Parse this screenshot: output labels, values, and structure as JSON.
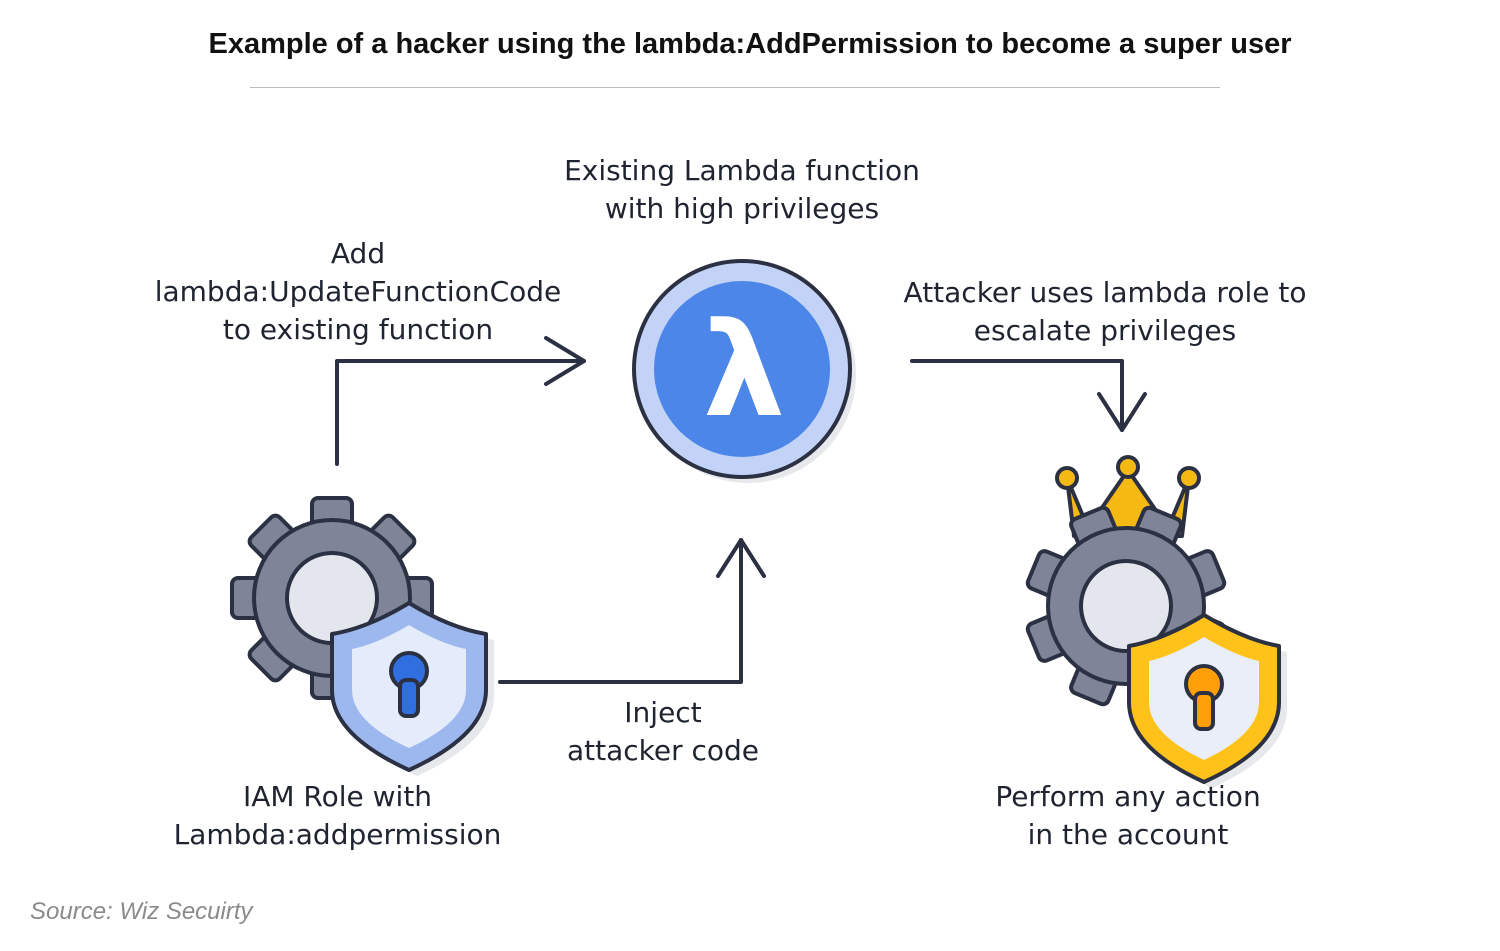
{
  "title": "Example of a hacker using the lambda:AddPermission to become a super user",
  "nodes": {
    "lambda": {
      "line1": "Existing Lambda function",
      "line2": "with high privileges",
      "symbol": "λ"
    },
    "iam_role": {
      "line1": "IAM Role with",
      "line2": "Lambda:addpermission"
    },
    "super_user": {
      "line1": "Perform any action",
      "line2": "in the account"
    }
  },
  "edges": {
    "update_code": {
      "line1": "Add",
      "line2": "lambda:UpdateFunctionCode",
      "line3": "to existing function"
    },
    "inject": {
      "line1": "Inject",
      "line2": "attacker code"
    },
    "escalate": {
      "line1": "Attacker uses lambda role to",
      "line2": "escalate privileges"
    }
  },
  "source": "Source: Wiz Secuirty",
  "colors": {
    "line": "#2b3142",
    "lambda_blue": "#4b86e8",
    "lambda_ring": "#c3d3f7",
    "gear": "#7d8596",
    "gear_hole": "#e3e6ec",
    "shield_blue": "#9db8ee",
    "shield_inner": "#e4ebfa",
    "keyhole_blue": "#2f6fe0",
    "shield_yellow": "#ffc21a",
    "shield_yellow_inner": "#e9eef8",
    "keyhole_orange": "#ff9f0a",
    "crown": "#f5b914"
  },
  "icons": [
    "lambda-icon",
    "gear-icon",
    "shield-lock-icon",
    "crown-icon",
    "arrow-icon"
  ]
}
